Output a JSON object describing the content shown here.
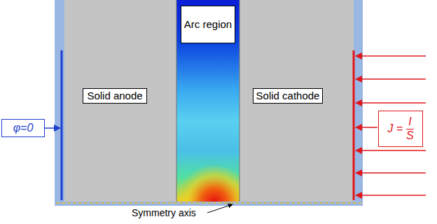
{
  "diagram": {
    "nodes": [
      {
        "text": [
          "φ=0"
        ]
      },
      {
        "text": [
          "Solid anode"
        ]
      },
      {
        "text": [
          "Arc region"
        ]
      },
      {
        "text": [
          "Solid cathode"
        ]
      },
      {
        "text": [
          "J =",
          "I",
          "S"
        ]
      }
    ],
    "labels": [
      "Symmetry axis"
    ]
  }
}
